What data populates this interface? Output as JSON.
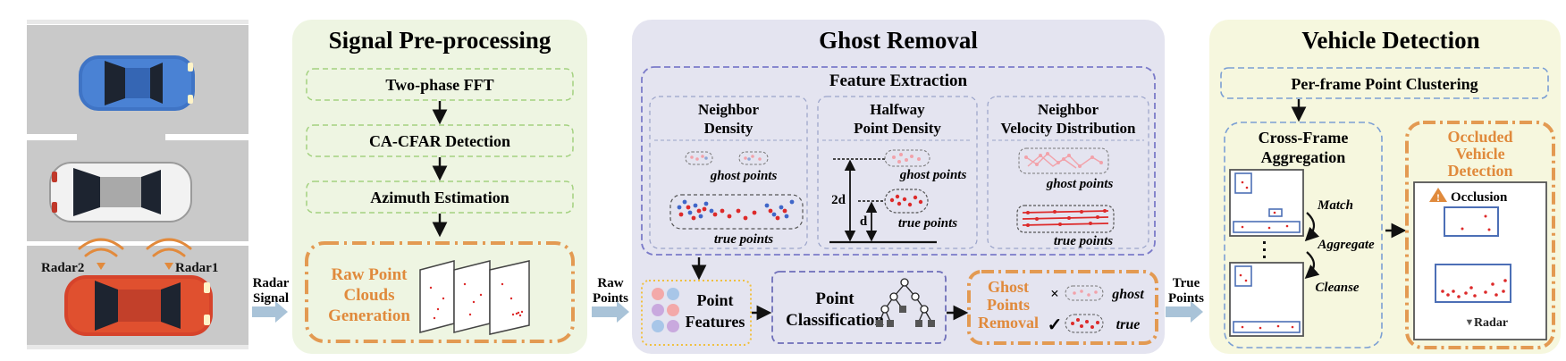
{
  "road": {
    "radar1_label": "Radar1",
    "radar2_label": "Radar2"
  },
  "flow": {
    "radar_signal": [
      "Radar",
      "Signal"
    ],
    "raw_points": [
      "Raw",
      "Points"
    ],
    "true_points": [
      "True",
      "Points"
    ]
  },
  "preprocessing": {
    "title": "Signal Pre-processing",
    "steps": [
      "Two-phase FFT",
      "CA-CFAR Detection",
      "Azimuth  Estimation"
    ],
    "output": [
      "Raw Point",
      "Clouds",
      "Generation"
    ]
  },
  "ghost_removal": {
    "title": "Ghost Removal",
    "feature_extraction_title": "Feature Extraction",
    "neighbor_density": [
      "Neighbor",
      "Density"
    ],
    "halfway_density": [
      "Halfway",
      "Point Density"
    ],
    "velocity_distribution": [
      "Neighbor",
      "Velocity Distribution"
    ],
    "ghost_points_label": "ghost points",
    "ghost_points_label_spaced": "ghost  points",
    "true_points_label": "true points",
    "dim_2d": "2d",
    "dim_d": "d",
    "point_features": [
      "Point",
      "Features"
    ],
    "point_classification": [
      "Point",
      "Classification"
    ],
    "ghost_points_removal": [
      "Ghost",
      "Points",
      "Removal"
    ],
    "ghost_legend": "ghost",
    "true_legend": "true",
    "cross_glyph": "×",
    "check_glyph": "✓"
  },
  "vehicle_detection": {
    "title": "Vehicle Detection",
    "clustering": "Per-frame  Point  Clustering",
    "cross_frame": [
      "Cross-Frame",
      "Aggregation"
    ],
    "match": "Match",
    "aggregate": "Aggregate",
    "cleanse": "Cleanse",
    "occluded": [
      "Occluded",
      "Vehicle",
      "Detection"
    ],
    "occlusion": "Occlusion",
    "radar": "Radar",
    "warning_glyph": "!",
    "radar_glyph": "▼"
  },
  "colors": {
    "preprocessing_bg": "#eef5e2",
    "ghost_bg": "#e4e4f0",
    "detection_bg": "#f6f7de",
    "orange_accent": "#e39a52",
    "blue_accent": "#4c6fb6",
    "red_points": "#dd2a2a",
    "ghost_pink": "#f2a2aa",
    "road_gray": "#c9c9c9"
  }
}
